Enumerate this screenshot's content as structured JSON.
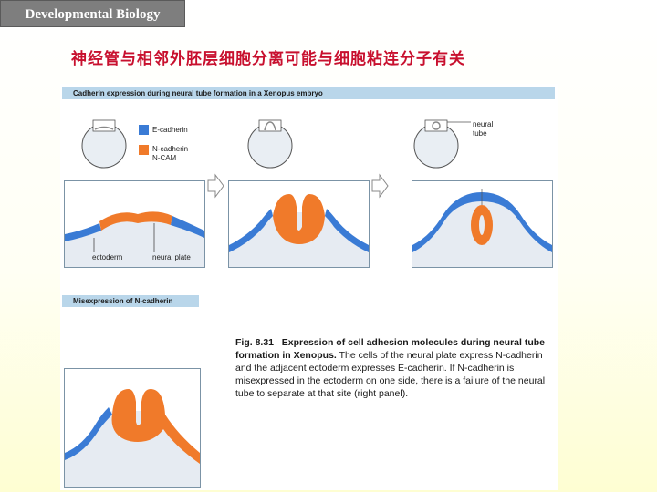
{
  "header": {
    "label": "Developmental Biology"
  },
  "slide": {
    "title": "神经管与相邻外胚层细胞分离可能与细胞粘连分子有关"
  },
  "figure": {
    "top_panel_title": "Cadherin expression during neural tube formation in a Xenopus embryo",
    "bottom_panel_title": "Misexpression of N-cadherin",
    "legend": {
      "e_cadherin": "E-cadherin",
      "n_cadherin_1": "N-cadherin",
      "n_cadherin_2": "N-CAM",
      "e_color": "#3a7bd5",
      "n_color": "#f07a2a"
    },
    "labels": {
      "neural_tube_1": "neural",
      "neural_tube_2": "tube",
      "ectoderm": "ectoderm",
      "neural_plate": "neural plate"
    },
    "caption": {
      "fig_number": "Fig. 8.31",
      "title": "Expression of cell adhesion molecules during neural tube formation in Xenopus.",
      "body": "The cells of the neural plate express N-cadherin and the adjacent ectoderm expresses E-cadherin. If N-cadherin is misexpressed in the ectoderm on one side, there is a failure of the neural tube to separate at that site (right panel)."
    }
  }
}
